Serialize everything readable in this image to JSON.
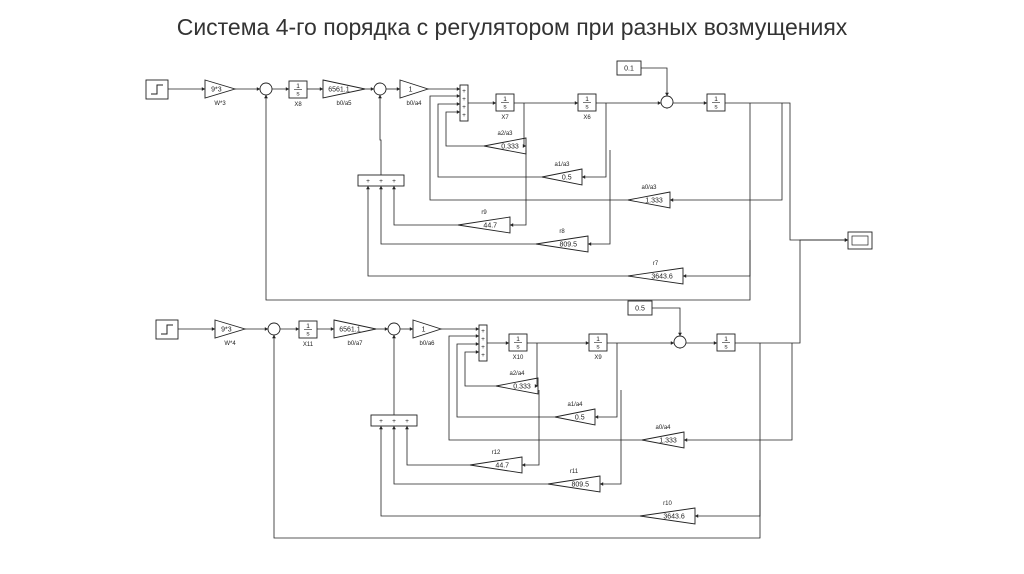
{
  "title": "Система 4-го порядка с регулятором при разных возмущениях",
  "top": {
    "gain_in": "9*3",
    "gain_in_label": "W*3",
    "int1_label": "X8",
    "gain2": "6561.1",
    "gain2_label": "b0/a5",
    "gain3": "1",
    "gain3_label": "b0/a4",
    "int2_label": "X7",
    "int3_label": "X6",
    "const": "0.1",
    "fb_a2": "0.333",
    "fb_a2_label": "a2/a3",
    "fb_a1": "0.5",
    "fb_a1_label": "a1/a3",
    "fb_a0": "1.333",
    "fb_a0_label": "a0/a3",
    "r_a": "44.7",
    "r_a_label": "r9",
    "r_b": "809.5",
    "r_b_label": "r8",
    "r_c": "3643.6",
    "r_c_label": "r7"
  },
  "bottom": {
    "gain_in": "9*3",
    "gain_in_label": "W*4",
    "int1_label": "X11",
    "gain2": "6561.1",
    "gain2_label": "b0/a7",
    "gain3": "1",
    "gain3_label": "b0/a6",
    "int2_label": "X10",
    "int3_label": "X9",
    "const": "0.5",
    "fb_a2": "0.333",
    "fb_a2_label": "a2/a4",
    "fb_a1": "0.5",
    "fb_a1_label": "a1/a4",
    "fb_a0": "1.333",
    "fb_a0_label": "a0/a4",
    "r_a": "44.7",
    "r_a_label": "r12",
    "r_b": "809.5",
    "r_b_label": "r11",
    "r_c": "3643.6",
    "r_c_label": "r10"
  },
  "glyphs": {
    "one": "1",
    "s": "s",
    "minus": "-",
    "plus": "+"
  }
}
